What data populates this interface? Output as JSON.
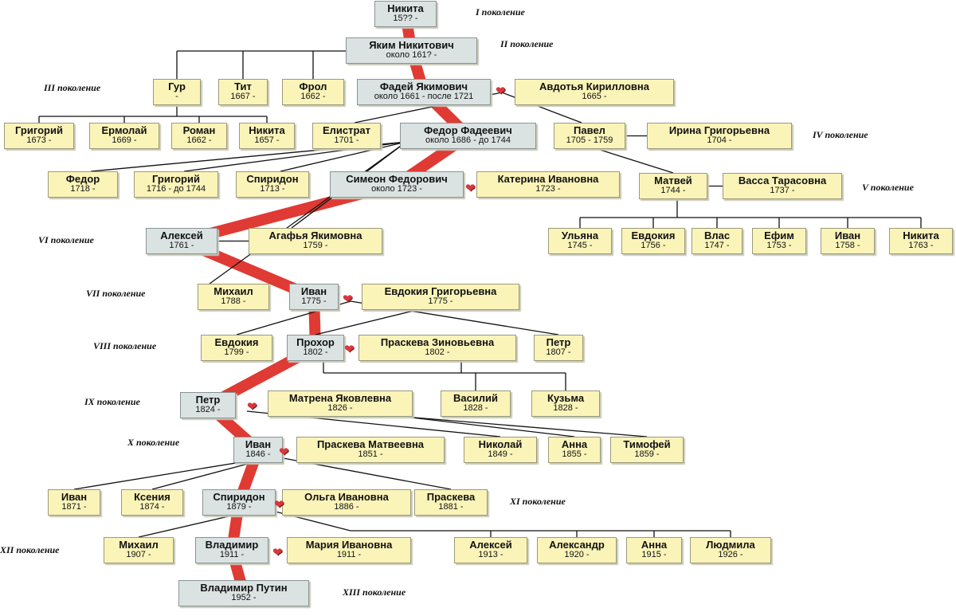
{
  "generations": [
    {
      "key": "g1",
      "label": "I поколение"
    },
    {
      "key": "g2",
      "label": "II поколение"
    },
    {
      "key": "g3",
      "label": "III поколение"
    },
    {
      "key": "g4",
      "label": "IV поколение"
    },
    {
      "key": "g5",
      "label": "V поколение"
    },
    {
      "key": "g6",
      "label": "VI поколение"
    },
    {
      "key": "g7",
      "label": "VII поколение"
    },
    {
      "key": "g8",
      "label": "VIII поколение"
    },
    {
      "key": "g9",
      "label": "IX поколение"
    },
    {
      "key": "g10",
      "label": "X поколение"
    },
    {
      "key": "g11",
      "label": "XI поколение"
    },
    {
      "key": "g12",
      "label": "XII поколение"
    },
    {
      "key": "g13",
      "label": "XIII поколение"
    }
  ],
  "people": [
    {
      "id": "nikita1",
      "name": "Никита",
      "dates": "15?? -",
      "direct": true
    },
    {
      "id": "yakim",
      "name": "Яким Никитович",
      "dates": "около 161? -",
      "direct": true
    },
    {
      "id": "gur",
      "name": "Гур",
      "dates": "-"
    },
    {
      "id": "tit",
      "name": "Тит",
      "dates": "1667 -"
    },
    {
      "id": "frol",
      "name": "Фрол",
      "dates": "1662 -"
    },
    {
      "id": "fadey",
      "name": "Фадей Якимович",
      "dates": "около 1661 - после 1721",
      "direct": true
    },
    {
      "id": "avdotya",
      "name": "Авдотья Кирилловна",
      "dates": "1665 -"
    },
    {
      "id": "grigoriy1",
      "name": "Григорий",
      "dates": "1673 -"
    },
    {
      "id": "ermolay",
      "name": "Ермолай",
      "dates": "1669 -"
    },
    {
      "id": "roman",
      "name": "Роман",
      "dates": "1662 -"
    },
    {
      "id": "nikita2",
      "name": "Никита",
      "dates": "1657 -"
    },
    {
      "id": "elistrat",
      "name": "Елистрат",
      "dates": "1701 -"
    },
    {
      "id": "fedor1",
      "name": "Федор Фадеевич",
      "dates": "около 1686 - до 1744",
      "direct": true
    },
    {
      "id": "pavel",
      "name": "Павел",
      "dates": "1705 - 1759"
    },
    {
      "id": "irina",
      "name": "Ирина Григорьевна",
      "dates": "1704 -"
    },
    {
      "id": "fedor2",
      "name": "Федор",
      "dates": "1718 -"
    },
    {
      "id": "grigoriy2",
      "name": "Григорий",
      "dates": "1716 - до 1744"
    },
    {
      "id": "spiridon1",
      "name": "Спиридон",
      "dates": "1713 -"
    },
    {
      "id": "simeon",
      "name": "Симеон Федорович",
      "dates": "около 1723 -",
      "direct": true
    },
    {
      "id": "katerina",
      "name": "Катерина Ивановна",
      "dates": "1723 -"
    },
    {
      "id": "matvey",
      "name": "Матвей",
      "dates": "1744 -"
    },
    {
      "id": "vassa",
      "name": "Васса Тарасовна",
      "dates": "1737 -"
    },
    {
      "id": "ulyana",
      "name": "Ульяна",
      "dates": "1745 -"
    },
    {
      "id": "evdokiya1",
      "name": "Евдокия",
      "dates": "1756 -"
    },
    {
      "id": "vlas",
      "name": "Влас",
      "dates": "1747 -"
    },
    {
      "id": "efim",
      "name": "Ефим",
      "dates": "1753 -"
    },
    {
      "id": "ivan5",
      "name": "Иван",
      "dates": "1758 -"
    },
    {
      "id": "nikita3",
      "name": "Никита",
      "dates": "1763 -"
    },
    {
      "id": "aleksey1",
      "name": "Алексей",
      "dates": "1761 -",
      "direct": true
    },
    {
      "id": "agafya",
      "name": "Агафья Якимовна",
      "dates": "1759 -"
    },
    {
      "id": "mikhail1",
      "name": "Михаил",
      "dates": "1788 -"
    },
    {
      "id": "ivan1",
      "name": "Иван",
      "dates": "1775 -",
      "direct": true
    },
    {
      "id": "evdokiya2",
      "name": "Евдокия Григорьевна",
      "dates": "1775 -"
    },
    {
      "id": "evdokiya3",
      "name": "Евдокия",
      "dates": "1799 -"
    },
    {
      "id": "prokhor",
      "name": "Прохор",
      "dates": "1802 -",
      "direct": true
    },
    {
      "id": "praskeva1",
      "name": "Праскева Зиновьевна",
      "dates": "1802 -"
    },
    {
      "id": "petr2",
      "name": "Петр",
      "dates": "1807 -"
    },
    {
      "id": "petr1",
      "name": "Петр",
      "dates": "1824 -",
      "direct": true
    },
    {
      "id": "matrena",
      "name": "Матрена Яковлевна",
      "dates": "1826 -"
    },
    {
      "id": "vasiliy",
      "name": "Василий",
      "dates": "1828 -"
    },
    {
      "id": "kuzma",
      "name": "Кузьма",
      "dates": "1828 -"
    },
    {
      "id": "ivan2",
      "name": "Иван",
      "dates": "1846 -",
      "direct": true
    },
    {
      "id": "praskeva2",
      "name": "Праскева Матвеевна",
      "dates": "1851 -"
    },
    {
      "id": "nikolay",
      "name": "Николай",
      "dates": "1849 -"
    },
    {
      "id": "anna1",
      "name": "Анна",
      "dates": "1855 -"
    },
    {
      "id": "timofey",
      "name": "Тимофей",
      "dates": "1859 -"
    },
    {
      "id": "ivan3",
      "name": "Иван",
      "dates": "1871 -"
    },
    {
      "id": "kseniya",
      "name": "Ксения",
      "dates": "1874 -"
    },
    {
      "id": "spiridon2",
      "name": "Спиридон",
      "dates": "1879 -",
      "direct": true
    },
    {
      "id": "olga",
      "name": "Ольга Ивановна",
      "dates": "1886 -"
    },
    {
      "id": "praskeva3",
      "name": "Праскева",
      "dates": "1881 -"
    },
    {
      "id": "mikhail2",
      "name": "Михаил",
      "dates": "1907 -"
    },
    {
      "id": "vladimir1",
      "name": "Владимир",
      "dates": "1911 -",
      "direct": true
    },
    {
      "id": "mariya",
      "name": "Мария Ивановна",
      "dates": "1911 -"
    },
    {
      "id": "aleksey2",
      "name": "Алексей",
      "dates": "1913 -"
    },
    {
      "id": "aleksandr",
      "name": "Александр",
      "dates": "1920 -"
    },
    {
      "id": "anna2",
      "name": "Анна",
      "dates": "1915 -"
    },
    {
      "id": "lyudmila",
      "name": "Людмила",
      "dates": "1926 -"
    },
    {
      "id": "putin",
      "name": "Владимир Путин",
      "dates": "1952 -",
      "direct": true
    }
  ],
  "marriages": [
    {
      "a": "fadey",
      "b": "avdotya"
    },
    {
      "a": "simeon",
      "b": "katerina"
    },
    {
      "a": "ivan1",
      "b": "evdokiya2"
    },
    {
      "a": "prokhor",
      "b": "praskeva1"
    },
    {
      "a": "petr1",
      "b": "matrena"
    },
    {
      "a": "ivan2",
      "b": "praskeva2"
    },
    {
      "a": "spiridon2",
      "b": "olga"
    },
    {
      "a": "vladimir1",
      "b": "mariya"
    }
  ],
  "colors": {
    "direct_line": "#e03a34",
    "node_fill": "#fbf4b9",
    "direct_fill": "#dbe3e2",
    "heart": "#d8383c",
    "link": "#111111"
  },
  "icons": {
    "marriage": "heart-icon"
  }
}
